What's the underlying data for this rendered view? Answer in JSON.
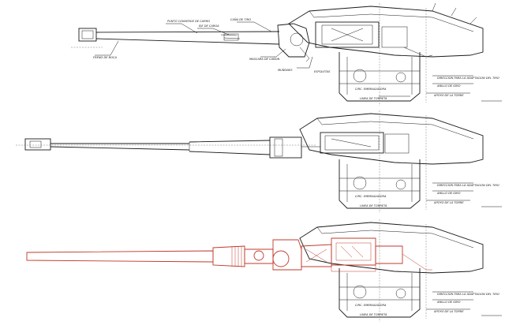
{
  "views": [
    {
      "id": "view-a",
      "labels": [
        "PUNTO CONVERGE DE CARRO",
        "EJE DE CARGA",
        "CAÑA DE TIRO",
        "MASCARA DE CAÑON",
        "MUÑONES",
        "ESPOLETAS",
        "FRENO DE BOCA",
        "DIRECCION PARA LA ADAPTACION DEL TIRO",
        "CIRC. EMBRAGADORA",
        "ANILLO DE GIRO",
        "LINEA DE TORRETA",
        "APOYO DE LA TORRE"
      ]
    },
    {
      "id": "view-b",
      "labels": [
        "DIRECCION PARA LA ADAPTACION DEL TIRO",
        "CIRC. EMBRAGADORA",
        "ANILLO DE GIRO",
        "LINEA DE TORRETA",
        "APOYO DE LA TORRE"
      ]
    },
    {
      "id": "view-c",
      "labels": [
        "DIRECCION PARA LA ADAPTACION DEL TIRO",
        "CIRC. EMBRAGADORA",
        "ANILLO DE GIRO",
        "LINEA DE TORRETA",
        "APOYO DE LA TORRE"
      ]
    }
  ],
  "colors": {
    "ink": "#1a1a1a",
    "highlight": "#c0392b",
    "paper": "#ffffff"
  }
}
